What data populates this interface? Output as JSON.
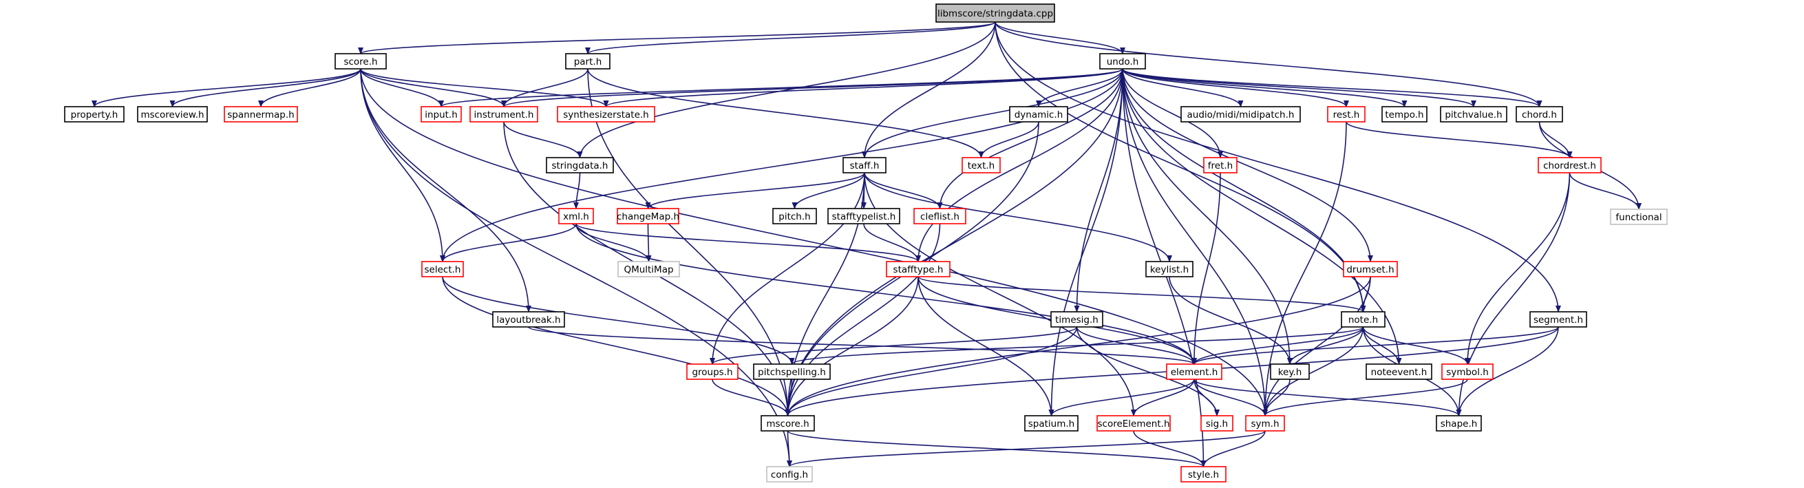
{
  "colors": {
    "edge": "#191970",
    "root_fill": "#bfbfbf",
    "documented_border": "#000000",
    "incomplete_border": "#ff0000",
    "external_border": "#bfbfbf"
  },
  "nodes": {
    "libmscore_stringdata_cpp": {
      "label": "libmscore/stringdata.cpp",
      "kind": "root"
    },
    "score_h": {
      "label": "score.h",
      "kind": "documented"
    },
    "part_h": {
      "label": "part.h",
      "kind": "documented"
    },
    "undo_h": {
      "label": "undo.h",
      "kind": "documented"
    },
    "property_h": {
      "label": "property.h",
      "kind": "documented"
    },
    "mscoreview_h": {
      "label": "mscoreview.h",
      "kind": "documented"
    },
    "spannermap_h": {
      "label": "spannermap.h",
      "kind": "incomplete"
    },
    "input_h": {
      "label": "input.h",
      "kind": "incomplete"
    },
    "instrument_h": {
      "label": "instrument.h",
      "kind": "incomplete"
    },
    "synthesizerstate_h": {
      "label": "synthesizerstate.h",
      "kind": "incomplete"
    },
    "dynamic_h": {
      "label": "dynamic.h",
      "kind": "documented"
    },
    "audio_midi_midipatch_h": {
      "label": "audio/midi/midipatch.h",
      "kind": "documented"
    },
    "rest_h": {
      "label": "rest.h",
      "kind": "incomplete"
    },
    "tempo_h": {
      "label": "tempo.h",
      "kind": "documented"
    },
    "pitchvalue_h": {
      "label": "pitchvalue.h",
      "kind": "documented"
    },
    "chord_h": {
      "label": "chord.h",
      "kind": "documented"
    },
    "stringdata_h": {
      "label": "stringdata.h",
      "kind": "documented"
    },
    "text_h": {
      "label": "text.h",
      "kind": "incomplete"
    },
    "staff_h": {
      "label": "staff.h",
      "kind": "documented"
    },
    "fret_h": {
      "label": "fret.h",
      "kind": "incomplete"
    },
    "chordrest_h": {
      "label": "chordrest.h",
      "kind": "incomplete"
    },
    "functional": {
      "label": "functional",
      "kind": "external"
    },
    "xml_h": {
      "label": "xml.h",
      "kind": "incomplete"
    },
    "changeMap_h": {
      "label": "changeMap.h",
      "kind": "incomplete"
    },
    "pitch_h": {
      "label": "pitch.h",
      "kind": "documented"
    },
    "stafftypelist_h": {
      "label": "stafftypelist.h",
      "kind": "documented"
    },
    "cleflist_h": {
      "label": "cleflist.h",
      "kind": "incomplete"
    },
    "select_h": {
      "label": "select.h",
      "kind": "incomplete"
    },
    "QMultiMap": {
      "label": "QMultiMap",
      "kind": "external"
    },
    "stafftype_h": {
      "label": "stafftype.h",
      "kind": "incomplete"
    },
    "keylist_h": {
      "label": "keylist.h",
      "kind": "documented"
    },
    "drumset_h": {
      "label": "drumset.h",
      "kind": "incomplete"
    },
    "layoutbreak_h": {
      "label": "layoutbreak.h",
      "kind": "documented"
    },
    "timesig_h": {
      "label": "timesig.h",
      "kind": "documented"
    },
    "note_h": {
      "label": "note.h",
      "kind": "documented"
    },
    "segment_h": {
      "label": "segment.h",
      "kind": "documented"
    },
    "groups_h": {
      "label": "groups.h",
      "kind": "incomplete"
    },
    "pitchspelling_h": {
      "label": "pitchspelling.h",
      "kind": "documented"
    },
    "element_h": {
      "label": "element.h",
      "kind": "incomplete"
    },
    "key_h": {
      "label": "key.h",
      "kind": "documented"
    },
    "noteevent_h": {
      "label": "noteevent.h",
      "kind": "documented"
    },
    "symbol_h": {
      "label": "symbol.h",
      "kind": "incomplete"
    },
    "mscore_h": {
      "label": "mscore.h",
      "kind": "documented"
    },
    "spatium_h": {
      "label": "spatium.h",
      "kind": "documented"
    },
    "scoreElement_h": {
      "label": "scoreElement.h",
      "kind": "incomplete"
    },
    "sig_h": {
      "label": "sig.h",
      "kind": "incomplete"
    },
    "sym_h": {
      "label": "sym.h",
      "kind": "incomplete"
    },
    "shape_h": {
      "label": "shape.h",
      "kind": "documented"
    },
    "config_h": {
      "label": "config.h",
      "kind": "external"
    },
    "style_h": {
      "label": "style.h",
      "kind": "incomplete"
    }
  },
  "edges": [
    [
      "libmscore_stringdata_cpp",
      "score_h"
    ],
    [
      "libmscore_stringdata_cpp",
      "part_h"
    ],
    [
      "libmscore_stringdata_cpp",
      "undo_h"
    ],
    [
      "libmscore_stringdata_cpp",
      "stringdata_h"
    ],
    [
      "libmscore_stringdata_cpp",
      "staff_h"
    ],
    [
      "libmscore_stringdata_cpp",
      "chord_h"
    ],
    [
      "libmscore_stringdata_cpp",
      "note_h"
    ],
    [
      "libmscore_stringdata_cpp",
      "segment_h"
    ],
    [
      "score_h",
      "property_h"
    ],
    [
      "score_h",
      "mscoreview_h"
    ],
    [
      "score_h",
      "spannermap_h"
    ],
    [
      "score_h",
      "input_h"
    ],
    [
      "score_h",
      "instrument_h"
    ],
    [
      "score_h",
      "synthesizerstate_h"
    ],
    [
      "score_h",
      "select_h"
    ],
    [
      "score_h",
      "layoutbreak_h"
    ],
    [
      "score_h",
      "config_h"
    ],
    [
      "score_h",
      "sym_h"
    ],
    [
      "part_h",
      "instrument_h"
    ],
    [
      "part_h",
      "text_h"
    ],
    [
      "part_h",
      "mscore_h"
    ],
    [
      "undo_h",
      "input_h"
    ],
    [
      "undo_h",
      "instrument_h"
    ],
    [
      "undo_h",
      "synthesizerstate_h"
    ],
    [
      "undo_h",
      "dynamic_h"
    ],
    [
      "undo_h",
      "audio_midi_midipatch_h"
    ],
    [
      "undo_h",
      "rest_h"
    ],
    [
      "undo_h",
      "tempo_h"
    ],
    [
      "undo_h",
      "pitchvalue_h"
    ],
    [
      "undo_h",
      "chord_h"
    ],
    [
      "undo_h",
      "staff_h"
    ],
    [
      "undo_h",
      "fret_h"
    ],
    [
      "undo_h",
      "cleflist_h"
    ],
    [
      "undo_h",
      "select_h"
    ],
    [
      "undo_h",
      "stafftype_h"
    ],
    [
      "undo_h",
      "drumset_h"
    ],
    [
      "undo_h",
      "timesig_h"
    ],
    [
      "undo_h",
      "note_h"
    ],
    [
      "undo_h",
      "key_h"
    ],
    [
      "undo_h",
      "noteevent_h"
    ],
    [
      "undo_h",
      "spatium_h"
    ],
    [
      "undo_h",
      "mscore_h"
    ],
    [
      "undo_h",
      "sym_h"
    ],
    [
      "undo_h",
      "style_h"
    ],
    [
      "instrument_h",
      "stringdata_h"
    ],
    [
      "instrument_h",
      "mscore_h"
    ],
    [
      "stringdata_h",
      "xml_h"
    ],
    [
      "dynamic_h",
      "text_h"
    ],
    [
      "dynamic_h",
      "mscore_h"
    ],
    [
      "rest_h",
      "chordrest_h"
    ],
    [
      "rest_h",
      "sym_h"
    ],
    [
      "chord_h",
      "chordrest_h"
    ],
    [
      "chord_h",
      "functional"
    ],
    [
      "chordrest_h",
      "functional"
    ],
    [
      "chordrest_h",
      "symbol_h"
    ],
    [
      "chordrest_h",
      "shape_h"
    ],
    [
      "staff_h",
      "changeMap_h"
    ],
    [
      "staff_h",
      "pitch_h"
    ],
    [
      "staff_h",
      "stafftypelist_h"
    ],
    [
      "staff_h",
      "cleflist_h"
    ],
    [
      "staff_h",
      "keylist_h"
    ],
    [
      "staff_h",
      "groups_h"
    ],
    [
      "staff_h",
      "mscore_h"
    ],
    [
      "staff_h",
      "scoreElement_h"
    ],
    [
      "changeMap_h",
      "QMultiMap"
    ],
    [
      "stafftypelist_h",
      "stafftype_h"
    ],
    [
      "cleflist_h",
      "mscore_h"
    ],
    [
      "xml_h",
      "select_h"
    ],
    [
      "xml_h",
      "QMultiMap"
    ],
    [
      "xml_h",
      "stafftype_h"
    ],
    [
      "xml_h",
      "element_h"
    ],
    [
      "select_h",
      "pitchspelling_h"
    ],
    [
      "select_h",
      "mscore_h"
    ],
    [
      "stafftype_h",
      "note_h"
    ],
    [
      "stafftype_h",
      "element_h"
    ],
    [
      "stafftype_h",
      "mscore_h"
    ],
    [
      "stafftype_h",
      "spatium_h"
    ],
    [
      "fret_h",
      "element_h"
    ],
    [
      "keylist_h",
      "key_h"
    ],
    [
      "drumset_h",
      "note_h"
    ],
    [
      "drumset_h",
      "mscore_h"
    ],
    [
      "drumset_h",
      "sym_h"
    ],
    [
      "layoutbreak_h",
      "element_h"
    ],
    [
      "timesig_h",
      "groups_h"
    ],
    [
      "timesig_h",
      "element_h"
    ],
    [
      "timesig_h",
      "mscore_h"
    ],
    [
      "timesig_h",
      "sig_h"
    ],
    [
      "note_h",
      "element_h"
    ],
    [
      "note_h",
      "pitchspelling_h"
    ],
    [
      "note_h",
      "key_h"
    ],
    [
      "note_h",
      "noteevent_h"
    ],
    [
      "note_h",
      "symbol_h"
    ],
    [
      "note_h",
      "sym_h"
    ],
    [
      "note_h",
      "shape_h"
    ],
    [
      "segment_h",
      "element_h"
    ],
    [
      "segment_h",
      "shape_h"
    ],
    [
      "segment_h",
      "mscore_h"
    ],
    [
      "groups_h",
      "mscore_h"
    ],
    [
      "pitchspelling_h",
      "mscore_h"
    ],
    [
      "element_h",
      "spatium_h"
    ],
    [
      "element_h",
      "scoreElement_h"
    ],
    [
      "element_h",
      "sig_h"
    ],
    [
      "element_h",
      "sym_h"
    ],
    [
      "element_h",
      "shape_h"
    ],
    [
      "key_h",
      "sym_h"
    ],
    [
      "symbol_h",
      "sym_h"
    ],
    [
      "mscore_h",
      "config_h"
    ],
    [
      "mscore_h",
      "style_h"
    ],
    [
      "scoreElement_h",
      "style_h"
    ],
    [
      "sym_h",
      "config_h"
    ],
    [
      "sym_h",
      "style_h"
    ]
  ]
}
